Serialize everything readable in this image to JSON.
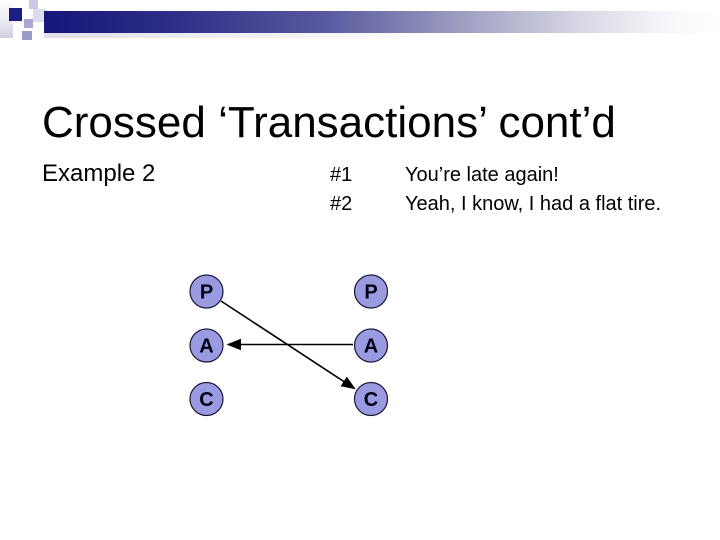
{
  "slide": {
    "title": "Crossed ‘Transactions’ cont’d",
    "example_label": "Example 2",
    "dialogue": [
      {
        "number": "#1",
        "line": "You’re late again!"
      },
      {
        "number": "#2",
        "line": "Yeah, I know, I had a flat tire."
      }
    ]
  },
  "diagram": {
    "left_column": [
      "P",
      "A",
      "C"
    ],
    "right_column": [
      "P",
      "A",
      "C"
    ],
    "arrows": [
      {
        "from": "left-P",
        "to": "right-C"
      },
      {
        "from": "right-A",
        "to": "left-A"
      }
    ]
  },
  "colors": {
    "accent_navy": "#17177b",
    "circle_fill": "#9a9ae0",
    "circle_stroke": "#181838",
    "text": "#000000",
    "background": "#ffffff"
  }
}
